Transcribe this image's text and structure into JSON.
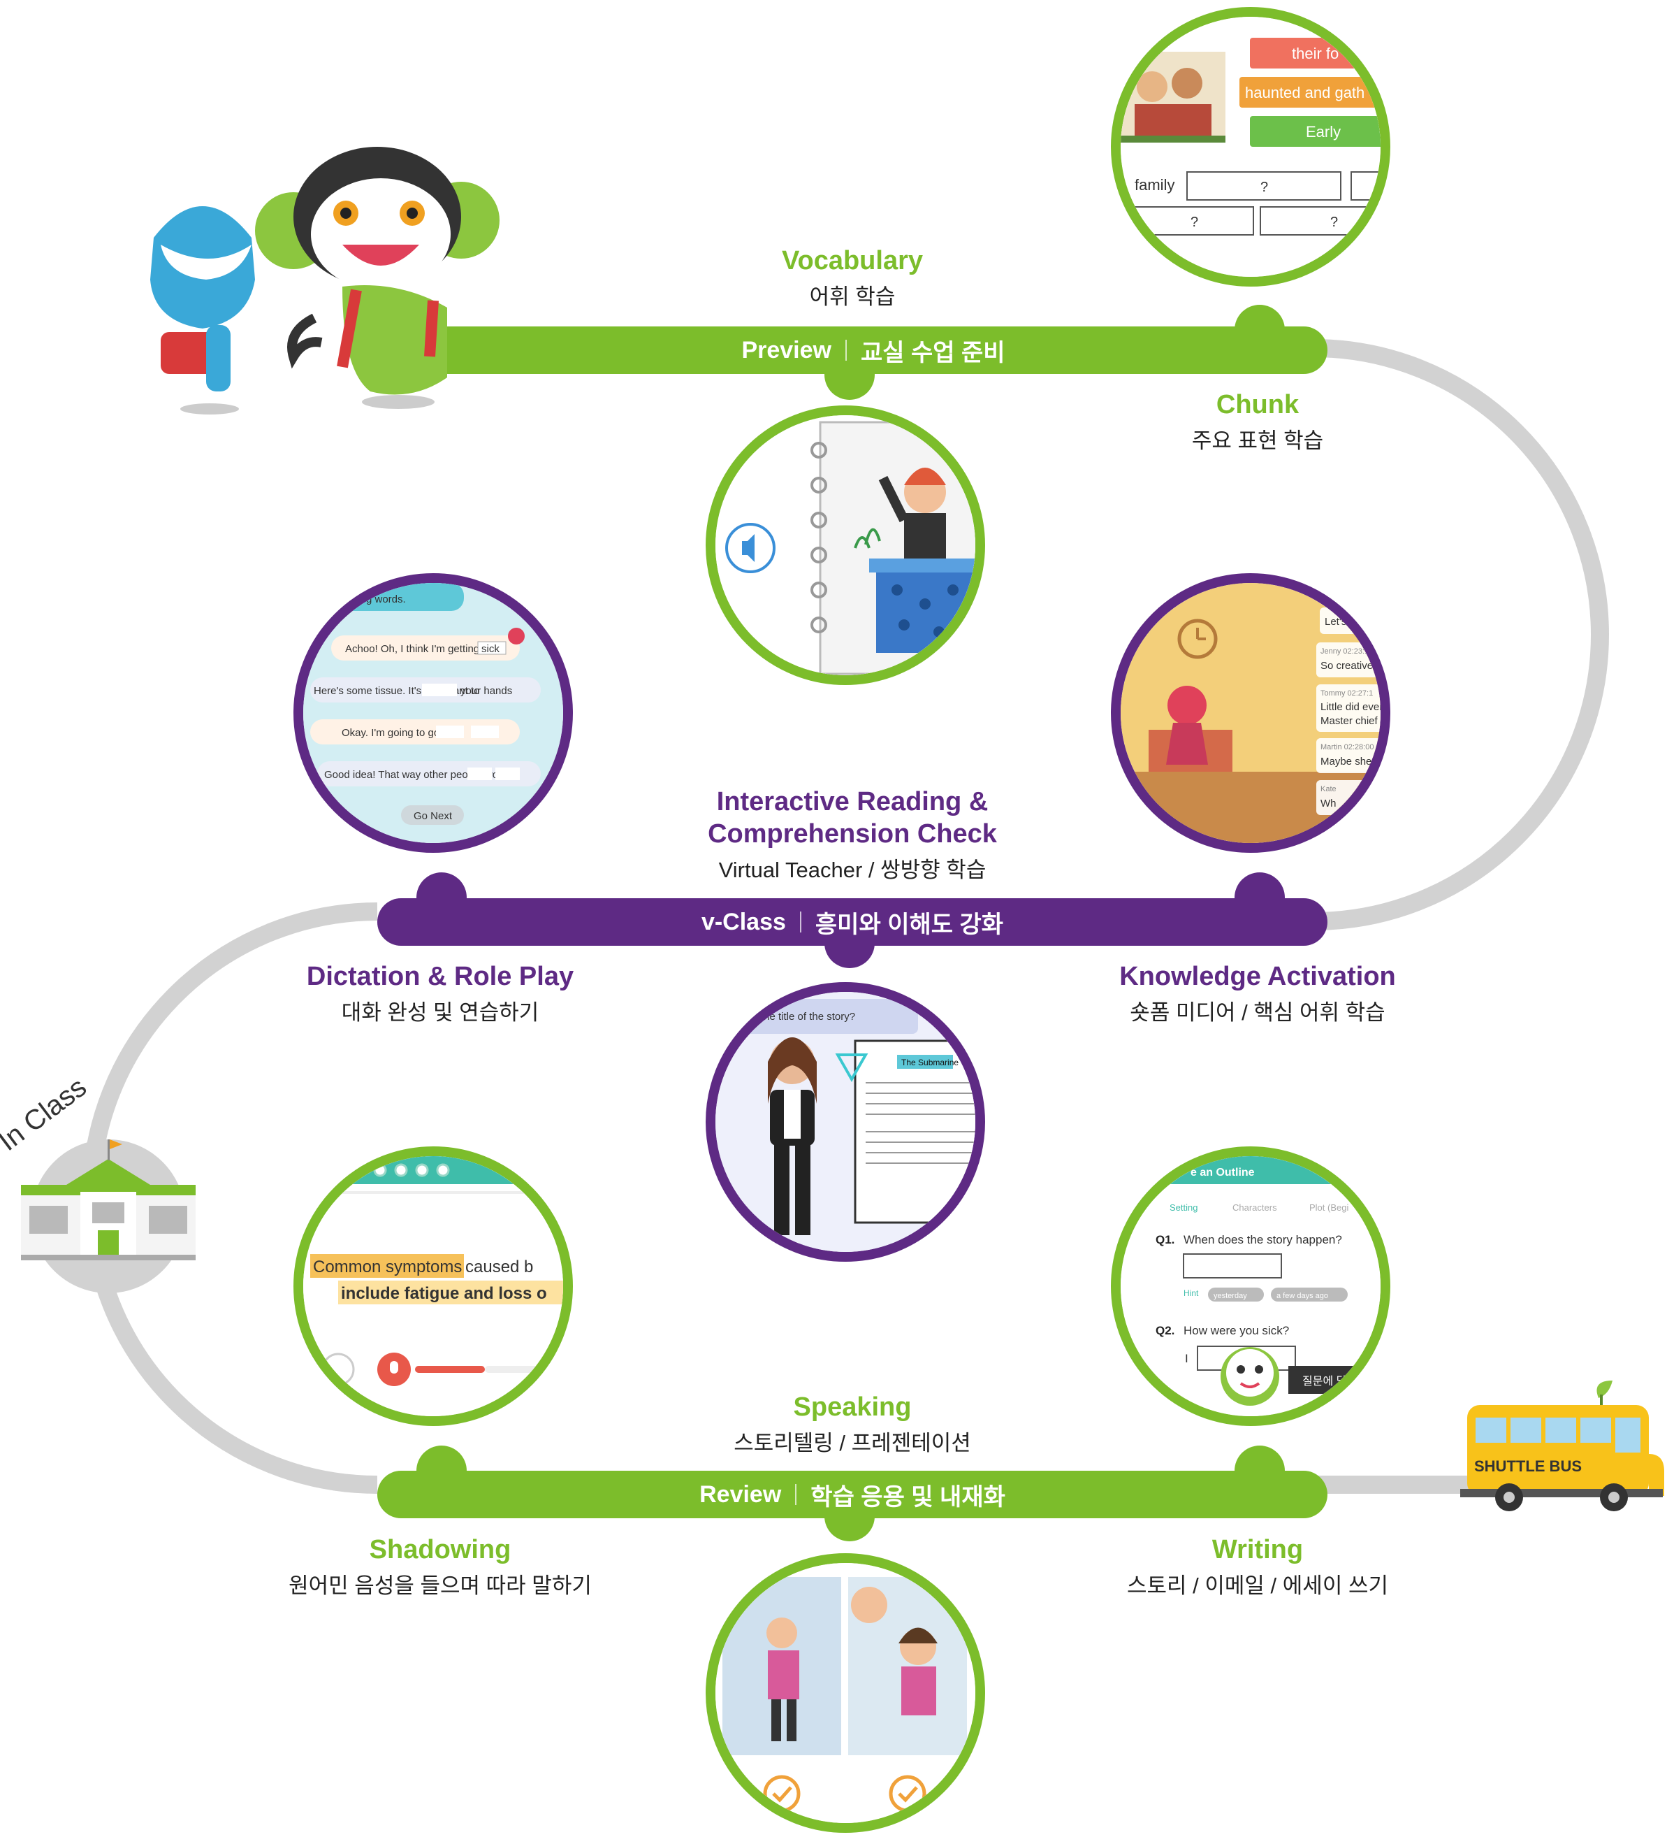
{
  "stages": {
    "preview": {
      "name": "Preview",
      "desc": "교실 수업 준비"
    },
    "vclass": {
      "name": "v-Class",
      "desc": "흥미와 이해도 강화"
    },
    "review": {
      "name": "Review",
      "desc": "학습 응용 및 내재화"
    }
  },
  "steps": {
    "vocabulary": {
      "title": "Vocabulary",
      "desc": "어휘 학습"
    },
    "chunk": {
      "title": "Chunk",
      "desc": "주요 표현 학습"
    },
    "interactive": {
      "title_line1": "Interactive Reading &",
      "title_line2": "Comprehension Check",
      "desc": "Virtual Teacher / 쌍방향 학습"
    },
    "dictation": {
      "title": "Dictation & Role Play",
      "desc": "대화 완성 및 연습하기"
    },
    "knowledge": {
      "title": "Knowledge Activation",
      "desc": "숏폼 미디어 / 핵심 어휘 학습"
    },
    "speaking": {
      "title": "Speaking",
      "desc": "스토리텔링 / 프레젠테이션"
    },
    "shadowing": {
      "title": "Shadowing",
      "desc": "원어민 음성을 들으며 따라 말하기"
    },
    "writing": {
      "title": "Writing",
      "desc": "스토리 / 이메일 / 에세이 쓰기"
    }
  },
  "in_class": "In Class",
  "shuttle_bus": "SHUTTLE BUS",
  "screens": {
    "vocab": {
      "btn1": "their fo",
      "btn2": "haunted and gath",
      "btn3": "Early",
      "word": "family",
      "blank": "?"
    },
    "dictation": {
      "header": "g words.",
      "line1": "Achoo! Oh, I think I'm getting",
      "word1": "sick",
      "line2": "Here's some tissue. It's important to",
      "line2b": "your hands",
      "line3": "Okay. I'm going to go",
      "line4": "Good idea! That way other people won't",
      "button": "Go Next"
    },
    "knowledge": {
      "chat1": "Let's d",
      "chat2_name": "Jenny 02:23:1",
      "chat2": "So creative...",
      "chat3_name": "Tommy 02:27:1",
      "chat3a": "Little did every",
      "chat3b": "Master chief dis",
      "chat4_name": "Martin 02:28:00",
      "chat4": "Maybe she is",
      "chat5_name": "Kate",
      "chat5": "Wh"
    },
    "interactive": {
      "question": "is the title of the story?",
      "book_title": "The Submarine"
    },
    "shadowing": {
      "text1a": "Common symptoms",
      "text1b": " caused b",
      "text2": "include fatigue and loss o"
    },
    "writing": {
      "header": "e an Outline",
      "tab1": "Setting",
      "tab2": "Characters",
      "tab3": "Plot (Begi",
      "q1": "Q1.",
      "q1_text": "When does the story happen?",
      "hint": "Hint",
      "hint1": "yesterday",
      "hint2": "a few days ago",
      "q2": "Q2.",
      "q2_text": "How were you sick?",
      "answer_prefix": "I",
      "banner": "질문에 답"
    }
  },
  "colors": {
    "green": "#7cbd2b",
    "purple": "#5e2a84",
    "gray": "#d2d2d2"
  }
}
